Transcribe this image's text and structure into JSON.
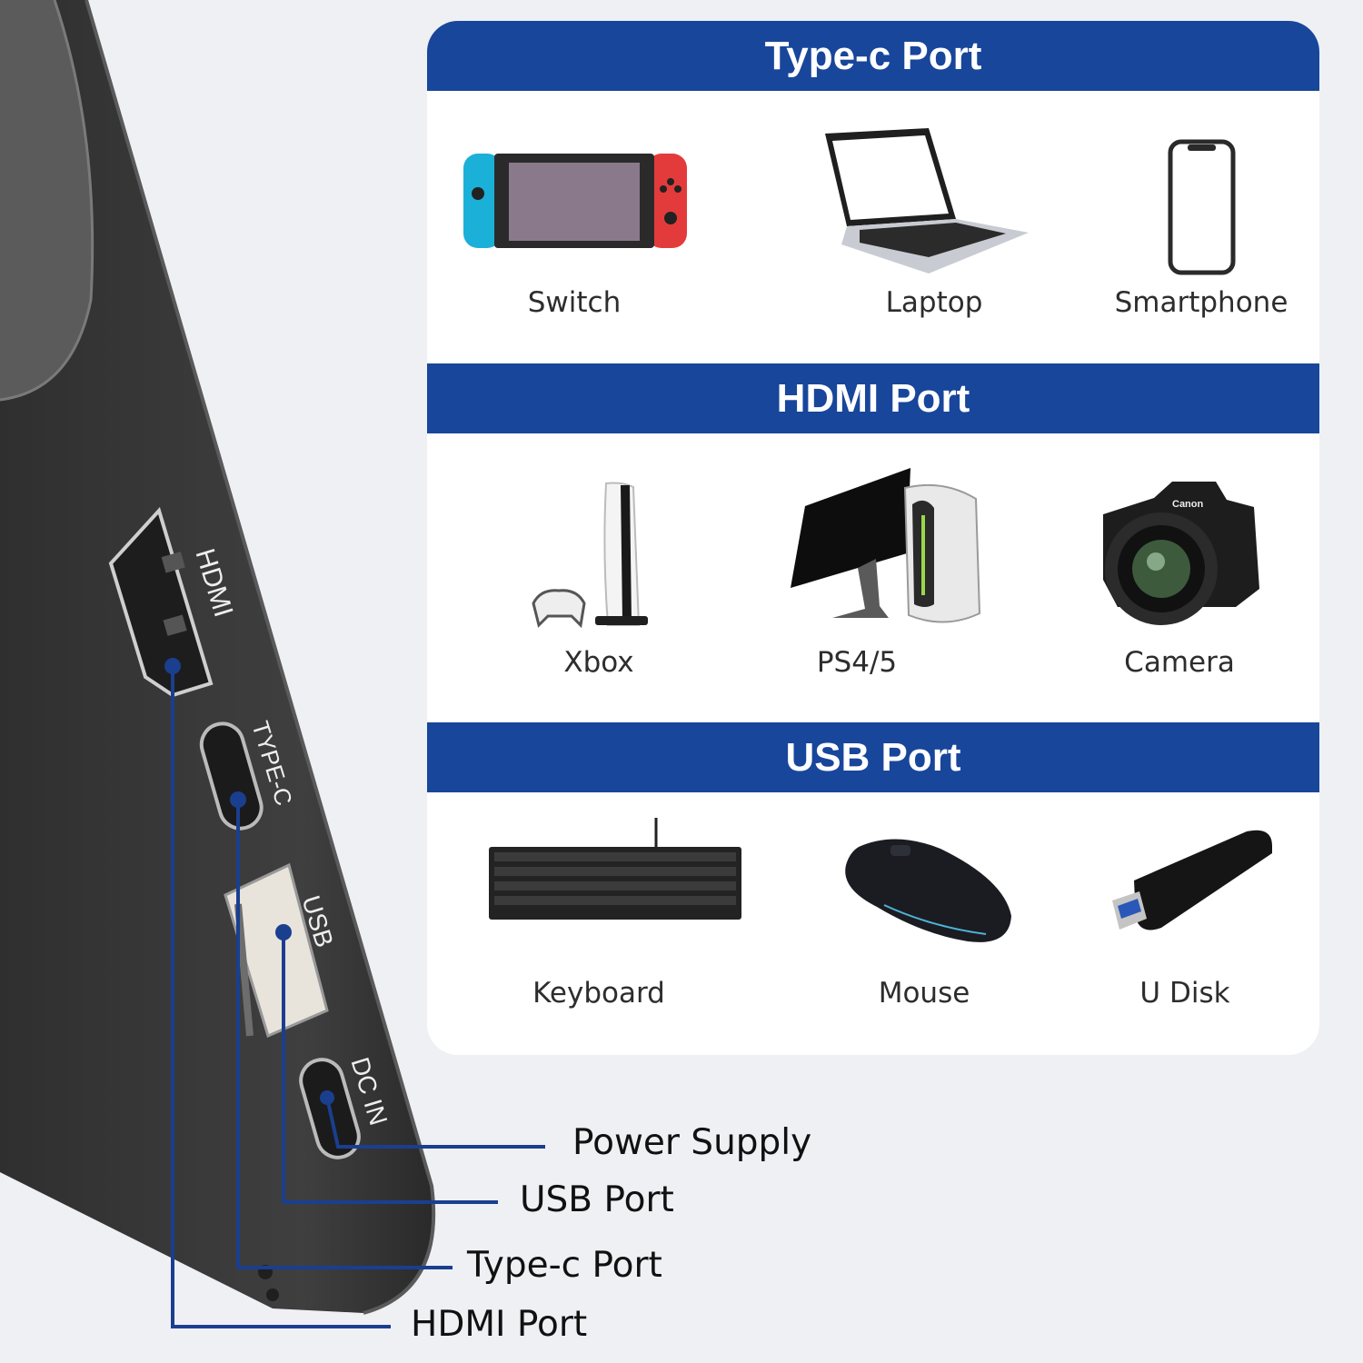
{
  "sections": [
    {
      "title": "Type-c Port",
      "items": [
        {
          "label": "Switch",
          "icon": "game-console-icon"
        },
        {
          "label": "Laptop",
          "icon": "laptop-icon"
        },
        {
          "label": "Smartphone",
          "icon": "smartphone-icon"
        }
      ]
    },
    {
      "title": "HDMI Port",
      "items": [
        {
          "label": "Xbox",
          "icon": "console-icon"
        },
        {
          "label": "PS4/5",
          "icon": "desktop-computer-icon"
        },
        {
          "label": "Camera",
          "icon": "camera-icon"
        }
      ]
    },
    {
      "title": "USB Port",
      "items": [
        {
          "label": "Keyboard",
          "icon": "keyboard-icon"
        },
        {
          "label": "Mouse",
          "icon": "mouse-icon"
        },
        {
          "label": "U Disk",
          "icon": "usb-drive-icon"
        }
      ]
    }
  ],
  "device": {
    "port_texts": {
      "hdmi": "HDMI",
      "typec": "TYPE-C",
      "usb": "USB",
      "dcin": "DC IN"
    },
    "camera_brand": "Canon",
    "callouts": {
      "power": "Power Supply",
      "usb": "USB Port",
      "typec": "Type-c Port",
      "hdmi": "HDMI Port"
    }
  },
  "colors": {
    "band": "#18469b",
    "callout_line": "#1a3f8f",
    "device_body": "#3a3a3a"
  }
}
